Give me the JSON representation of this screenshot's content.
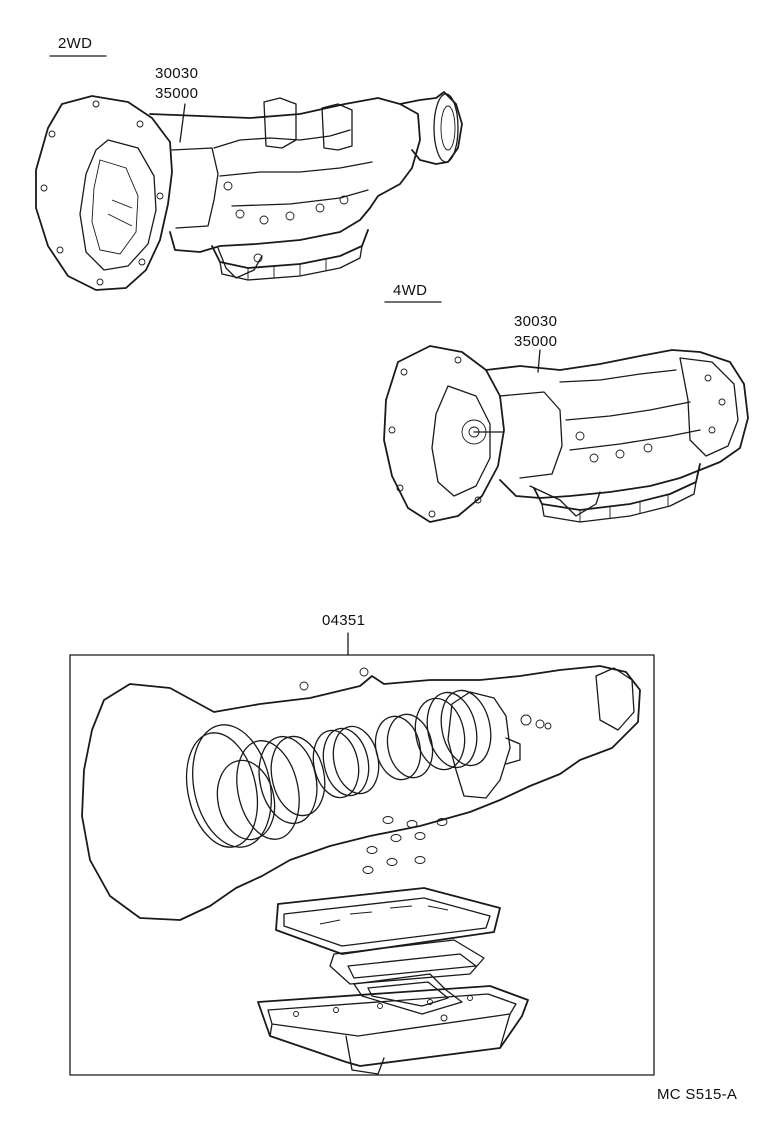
{
  "diagram": {
    "sections": {
      "two_wd": {
        "title": "2WD",
        "part_numbers": [
          "30030",
          "35000"
        ]
      },
      "four_wd": {
        "title": "4WD",
        "part_numbers": [
          "30030",
          "35000"
        ]
      },
      "gasket_kit": {
        "part_number": "04351"
      }
    },
    "footer_code": "MC S515-A"
  }
}
